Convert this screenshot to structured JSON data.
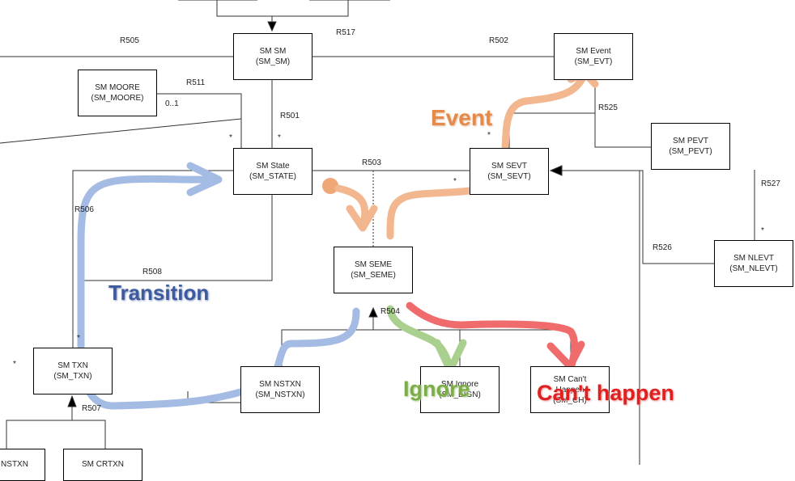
{
  "diagram": {
    "boxes": {
      "sm_sm": {
        "name": "SM SM",
        "key": "(SM_SM)"
      },
      "sm_event": {
        "name": "SM Event",
        "key": "(SM_EVT)"
      },
      "sm_moore": {
        "name": "SM MOORE",
        "key": "(SM_MOORE)"
      },
      "sm_state": {
        "name": "SM State",
        "key": "(SM_STATE)"
      },
      "sm_sevt": {
        "name": "SM SEVT",
        "key": "(SM_SEVT)"
      },
      "sm_pevt": {
        "name": "SM PEVT",
        "key": "(SM_PEVT)"
      },
      "sm_seme": {
        "name": "SM SEME",
        "key": "(SM_SEME)"
      },
      "sm_nlevt": {
        "name": "SM NLEVT",
        "key": "(SM_NLEVT)"
      },
      "sm_txn": {
        "name": "SM TXN",
        "key": "(SM_TXN)"
      },
      "sm_nstxn": {
        "name": "SM NSTXN",
        "key": "(SM_NSTXN)"
      },
      "sm_ignore": {
        "name": "SM Ignore",
        "key": "(SM_EIGN)"
      },
      "sm_ch": {
        "name": "SM Can't",
        "name2": "Happen",
        "key": "(SM_CH)"
      },
      "nstxn_cut": {
        "name": "NSTXN"
      },
      "crtxn_cut": {
        "name": "SM CRTXN"
      }
    },
    "relationships": {
      "r505": "R505",
      "r517": "R517",
      "r502": "R502",
      "r511": "R511",
      "r525": "R525",
      "r501": "R501",
      "r503": "R503",
      "r527": "R527",
      "r506": "R506",
      "r526": "R526",
      "r508": "R508",
      "r504": "R504",
      "r507": "R507"
    },
    "multiplicity": {
      "zero_one": "0..1",
      "many": "*"
    },
    "annotations": {
      "transition": "Transition",
      "event": "Event",
      "ignore": "Ignore",
      "cant_happen": "Can't happen"
    },
    "colors": {
      "transition": "#3d5a9e",
      "transition_stroke": "#a4bce4",
      "event": "#e58a48",
      "event_stroke": "#f3b790",
      "ignore": "#7cae48",
      "ignore_stroke": "#a9d08e",
      "cant_happen": "#e02020",
      "cant_happen_stroke": "#f06b6b",
      "line": "#333333"
    }
  }
}
